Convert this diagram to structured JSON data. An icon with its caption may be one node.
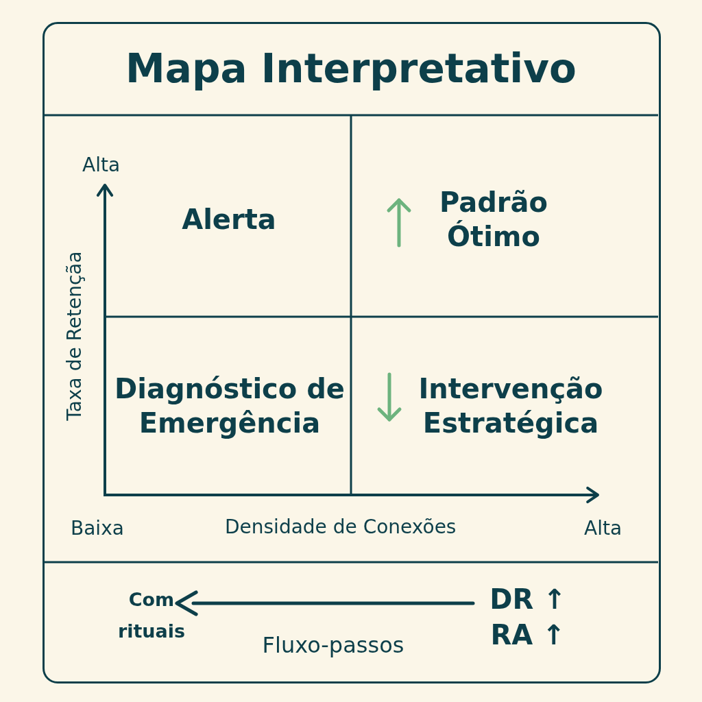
{
  "diagram": {
    "title": "Mapa Interpretativo",
    "nodes": [
      {
        "text": [
          "Alerta"
        ]
      },
      {
        "text": [
          "Padrão Ótimo"
        ]
      },
      {
        "text": [
          "Diagnóstico de Emergência"
        ]
      },
      {
        "text": [
          "Intervenção Estratégica"
        ]
      },
      {
        "text": [
          "Com rituais"
        ]
      },
      {
        "text": [
          "DR ↑",
          "RA ↑"
        ]
      }
    ],
    "edges": [
      {
        "from": 5,
        "to": 4,
        "arrow": "to",
        "label": "Fluxo-passos"
      }
    ],
    "labels": [
      "Alta",
      "Taxa de Retençãa",
      "Baixa",
      "Densidade de Conexões",
      "Alta"
    ]
  }
}
